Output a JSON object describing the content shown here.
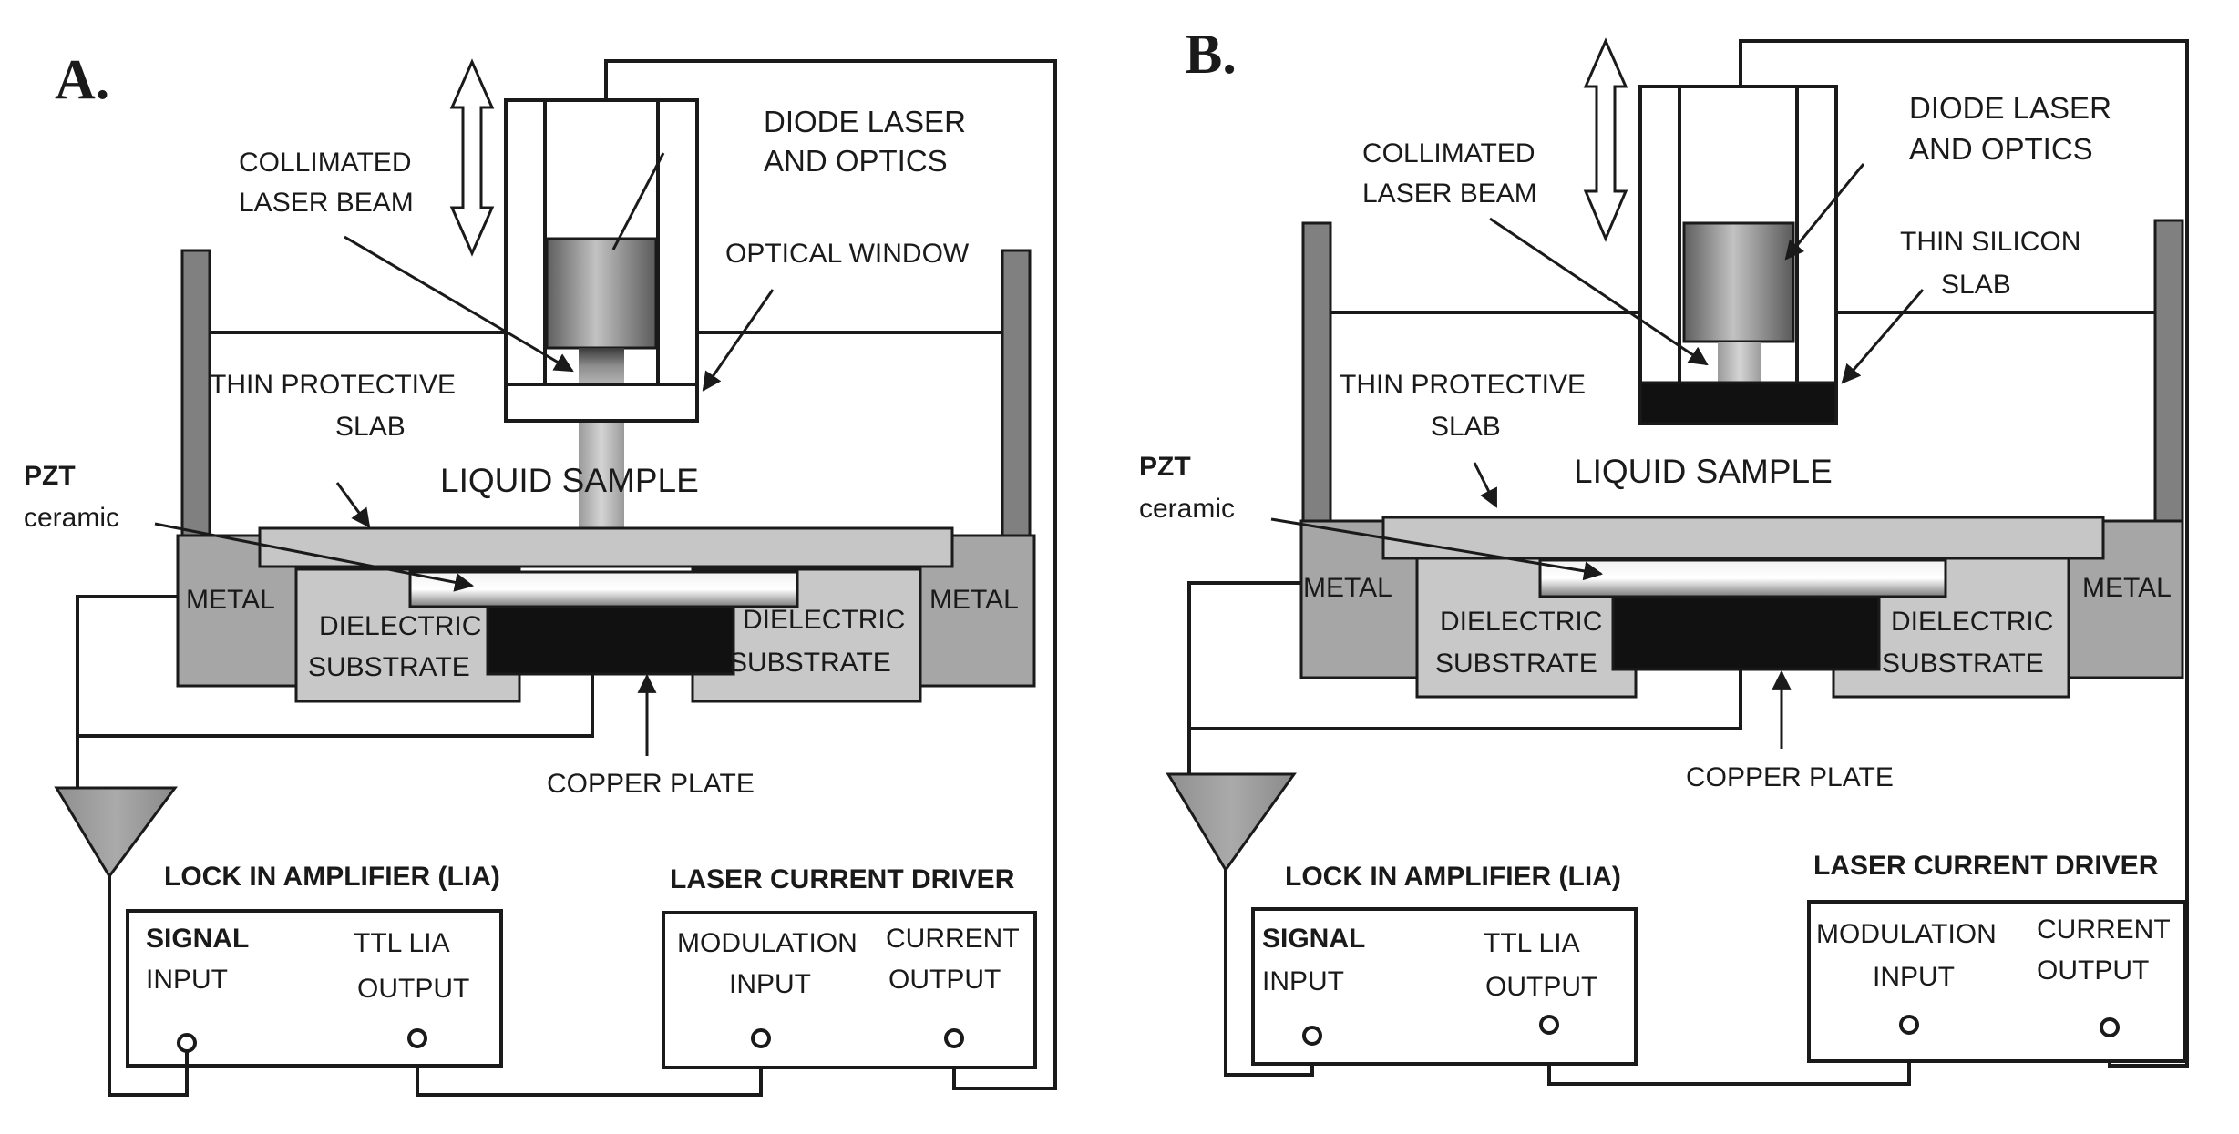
{
  "panels": [
    {
      "letter": "A.",
      "labels": {
        "laser": [
          "DIODE LASER",
          "AND OPTICS"
        ],
        "beam": [
          "COLLIMATED",
          "LASER BEAM"
        ],
        "window": [
          "OPTICAL WINDOW"
        ],
        "protective": [
          "THIN PROTECTIVE",
          "SLAB"
        ],
        "liquid": "LIQUID SAMPLE",
        "pzt": "PZT",
        "ceramic": "ceramic",
        "metal_left": "METAL",
        "metal_right": "METAL",
        "dielectric_left": [
          "DIELECTRIC",
          "SUBSTRATE"
        ],
        "dielectric_right": [
          "DIELECTRIC",
          "SUBSTRATE"
        ],
        "copper": "COPPER PLATE",
        "lia_title": "LOCK IN AMPLIFIER (LIA)",
        "signal": "SIGNAL",
        "input": "INPUT",
        "ttl": [
          "TTL LIA",
          "OUTPUT"
        ],
        "driver_title": "LASER CURRENT DRIVER",
        "modulation": [
          "MODULATION",
          "INPUT"
        ],
        "current": [
          "CURRENT",
          "OUTPUT"
        ]
      }
    },
    {
      "letter": "B.",
      "labels": {
        "laser": [
          "DIODE LASER",
          "AND OPTICS"
        ],
        "beam": [
          "COLLIMATED",
          "LASER BEAM"
        ],
        "window": [
          "THIN SILICON",
          "SLAB"
        ],
        "protective": [
          "THIN PROTECTIVE",
          "SLAB"
        ],
        "liquid": "LIQUID SAMPLE",
        "pzt": "PZT",
        "ceramic": "ceramic",
        "metal_left": "METAL",
        "metal_right": "METAL",
        "dielectric_left": [
          "DIELECTRIC",
          "SUBSTRATE"
        ],
        "dielectric_right": [
          "DIELECTRIC",
          "SUBSTRATE"
        ],
        "copper": "COPPER PLATE",
        "lia_title": "LOCK IN AMPLIFIER (LIA)",
        "signal": "SIGNAL",
        "input": "INPUT",
        "ttl": [
          "TTL LIA",
          "OUTPUT"
        ],
        "driver_title": "LASER CURRENT DRIVER",
        "modulation": [
          "MODULATION",
          "INPUT"
        ],
        "current": [
          "CURRENT",
          "OUTPUT"
        ]
      }
    }
  ],
  "colors": {
    "line": "#1a1a1a",
    "metal": "#a6a6a6",
    "post": "#808080",
    "dielectric": "#c8c8c8",
    "copper": "#111111",
    "protective": "#c6c6c6",
    "amplifier": "#9a9a9a",
    "silicon": "#111111"
  }
}
